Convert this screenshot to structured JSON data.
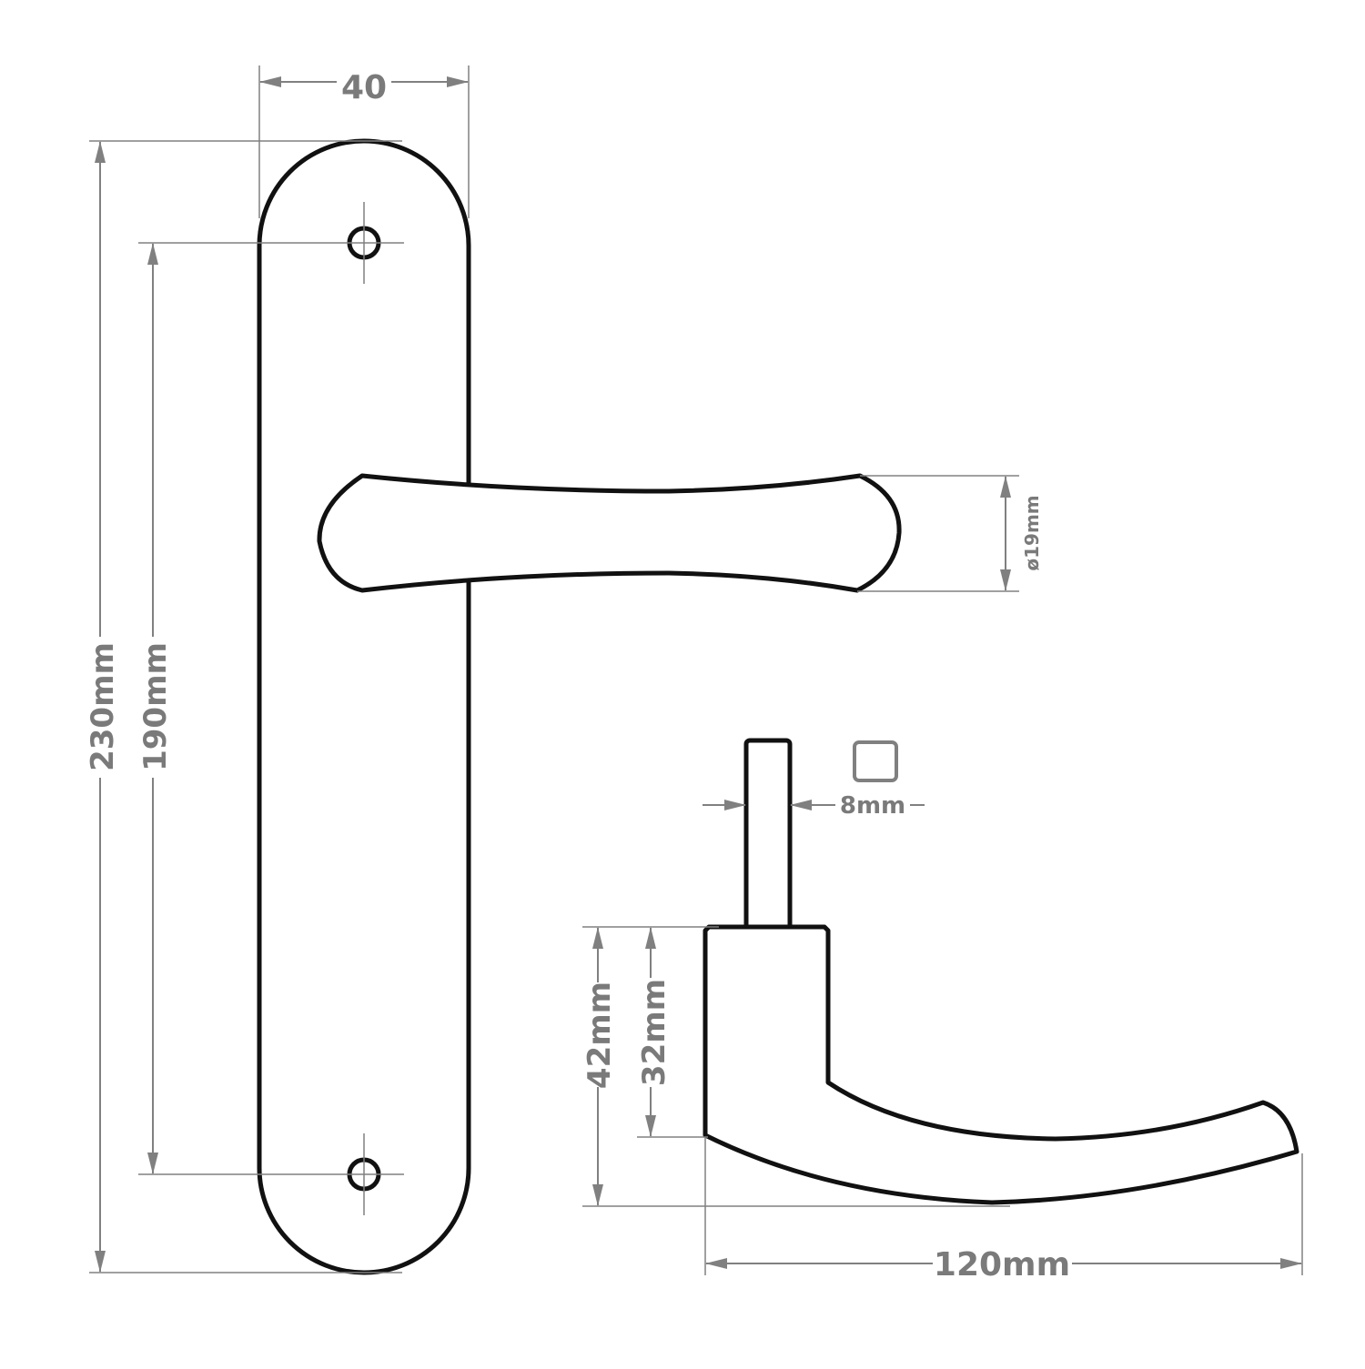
{
  "dimensions": {
    "plate_width": "40",
    "overall_height": "230mm",
    "hole_spacing": "190mm",
    "handle_diameter": "ø19mm",
    "spindle_square": "8mm",
    "rose_height": "42mm",
    "handle_drop": "32mm",
    "handle_projection": "120mm"
  },
  "colors": {
    "outline": "#111111",
    "dimension": "#808080",
    "background": "#ffffff"
  }
}
